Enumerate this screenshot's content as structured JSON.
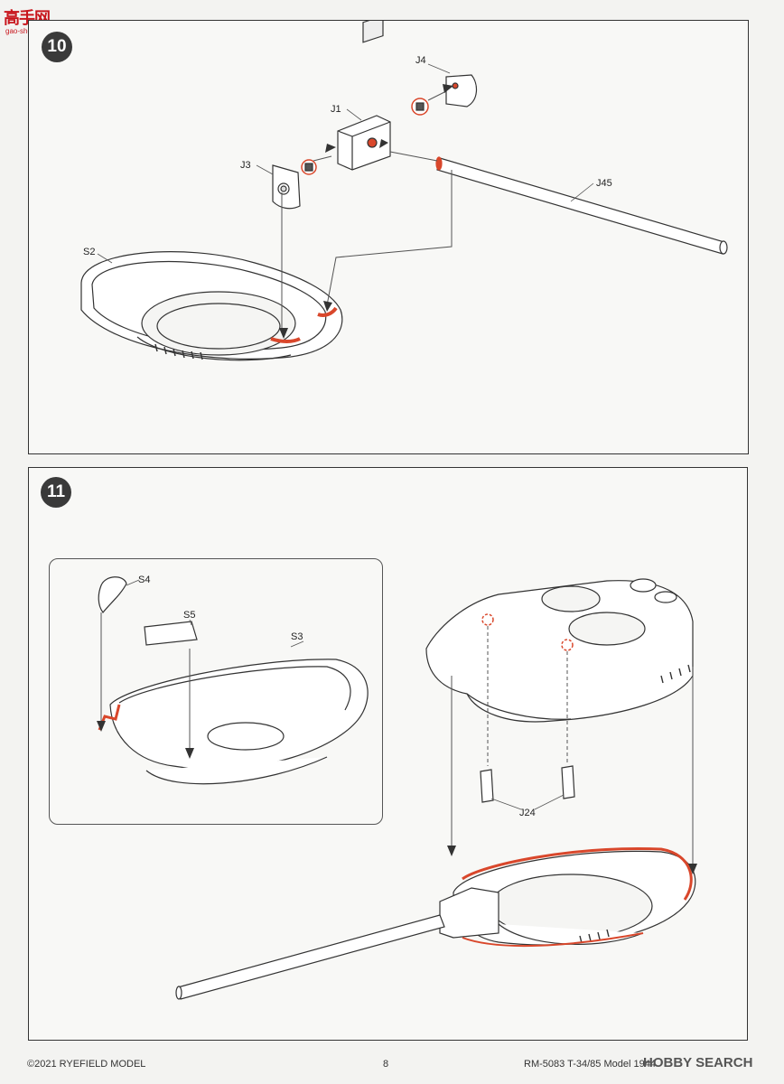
{
  "watermark": {
    "site": "高手网",
    "url": "gao-shou.com"
  },
  "step10": {
    "number": "10",
    "labels": {
      "j4": "J4",
      "j1": "J1",
      "j3": "J3",
      "j45": "J45",
      "s2": "S2"
    }
  },
  "step11": {
    "number": "11",
    "labels": {
      "s4": "S4",
      "s5": "S5",
      "s3": "S3",
      "j24": "J24"
    }
  },
  "footer": {
    "copyright": "©2021 RYEFIELD MODEL",
    "page": "8",
    "model": "RM-5083 T-34/85 Model 1944",
    "brand": "HOBBY SEARCH"
  },
  "colors": {
    "glue": "#d9472b",
    "line": "#333333",
    "badge": "#3a3a3a"
  }
}
